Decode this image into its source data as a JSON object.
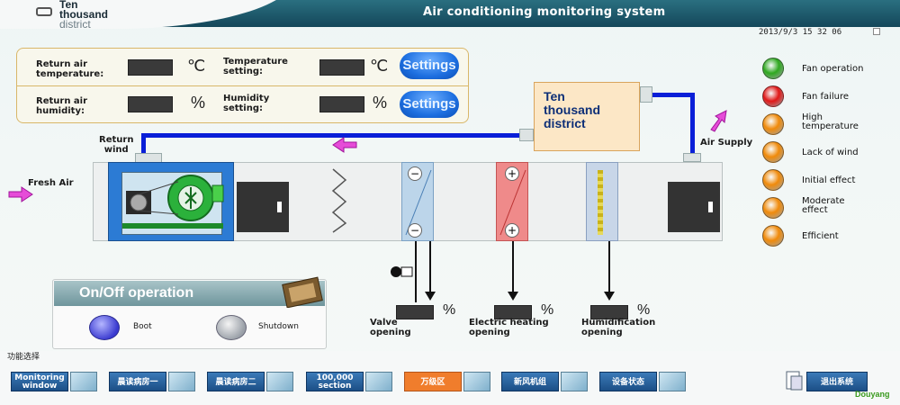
{
  "header": {
    "logo_lines": [
      "Ten",
      "thousand",
      "district"
    ],
    "title": "Air conditioning monitoring system",
    "datetime": "2013/9/3  15 32 06"
  },
  "settings_panel": {
    "return_air_temperature_label": [
      "Return air",
      "temperature:"
    ],
    "temperature_setting_label": [
      "Temperature",
      "setting:"
    ],
    "return_air_humidity_label": [
      "Return air",
      "humidity:"
    ],
    "humidity_setting_label": [
      "Humidity",
      "setting:"
    ],
    "unit_celsius": "℃",
    "unit_percent": "%",
    "settings_button_label": "Settings"
  },
  "diagram": {
    "return_wind_label": [
      "Return",
      "wind"
    ],
    "fresh_air_label": "Fresh Air",
    "air_supply_label": "Air Supply",
    "district_box_label": [
      "Ten",
      "thousand",
      "district"
    ],
    "minus_symbol": "−",
    "plus_symbol": "+",
    "valve_opening_label": [
      "Valve",
      "opening"
    ],
    "electric_heating_label": [
      "Electric heating",
      "opening"
    ],
    "humidification_label": [
      "Humidification",
      "opening"
    ],
    "percent": "%"
  },
  "legend": {
    "items": [
      {
        "label": [
          "Fan operation"
        ],
        "color": "#2ea81f"
      },
      {
        "label": [
          "Fan failure"
        ],
        "color": "#e01717"
      },
      {
        "label": [
          "High",
          "temperature"
        ],
        "color": "#f08a0a"
      },
      {
        "label": [
          "Lack of wind"
        ],
        "color": "#f08a0a"
      },
      {
        "label": [
          "Initial effect"
        ],
        "color": "#f08a0a"
      },
      {
        "label": [
          "Moderate",
          "effect"
        ],
        "color": "#f08a0a"
      },
      {
        "label": [
          "Efficient"
        ],
        "color": "#f08a0a"
      }
    ]
  },
  "onoff": {
    "title": "On/Off operation",
    "boot_label": "Boot",
    "shutdown_label": "Shutdown"
  },
  "nav": {
    "section_label": "功能选择",
    "buttons": [
      "Monitoring window",
      "晨读病房一",
      "晨读病房二",
      "100,000 section",
      "万级区",
      "新风机组",
      "设备状态"
    ],
    "exit_label": "退出系统",
    "brand": "Douyang"
  },
  "colors": {
    "title_bar": "#1d5366",
    "pipe": "#0a1fd8",
    "active_nav": "#f07d2c"
  }
}
